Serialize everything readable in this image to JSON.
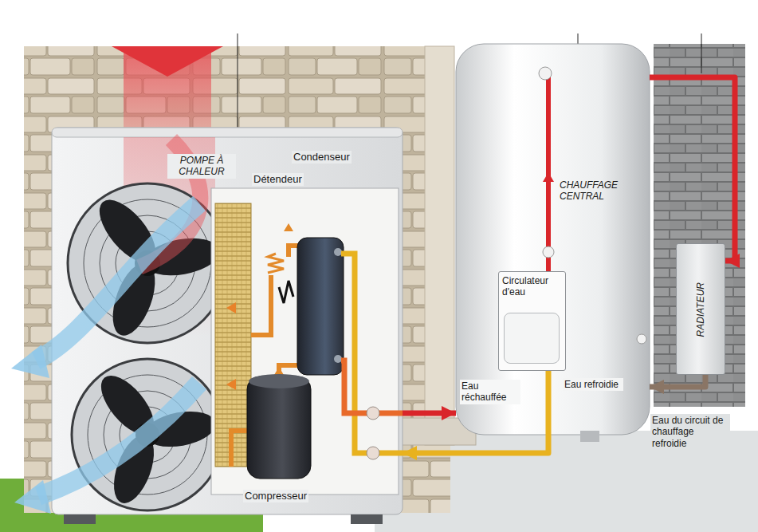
{
  "diagram": {
    "nodes": [
      {
        "text": [
          "POMPE À CHALEUR"
        ]
      },
      {
        "text": [
          "CHAUFFAGE CENTRAL"
        ]
      },
      {
        "text": [
          "Circulateur d'eau"
        ],
        "in": 1
      },
      {
        "text": [
          "RADIATEUR"
        ]
      }
    ],
    "edges": [
      {
        "from": 0,
        "to": 1,
        "arrow": "to",
        "label": "Eau réchauffée"
      },
      {
        "from": 2,
        "to": 0,
        "arrow": "to",
        "label": "Eau refroidie"
      },
      {
        "from": 1,
        "to": 3,
        "arrow": "to"
      },
      {
        "from": 3,
        "to": 1,
        "arrow": "to",
        "label": "Eau du circuit de chauffage refroidie"
      }
    ],
    "labels": [
      "Condenseur",
      "Détendeur",
      "Compresseur"
    ]
  }
}
